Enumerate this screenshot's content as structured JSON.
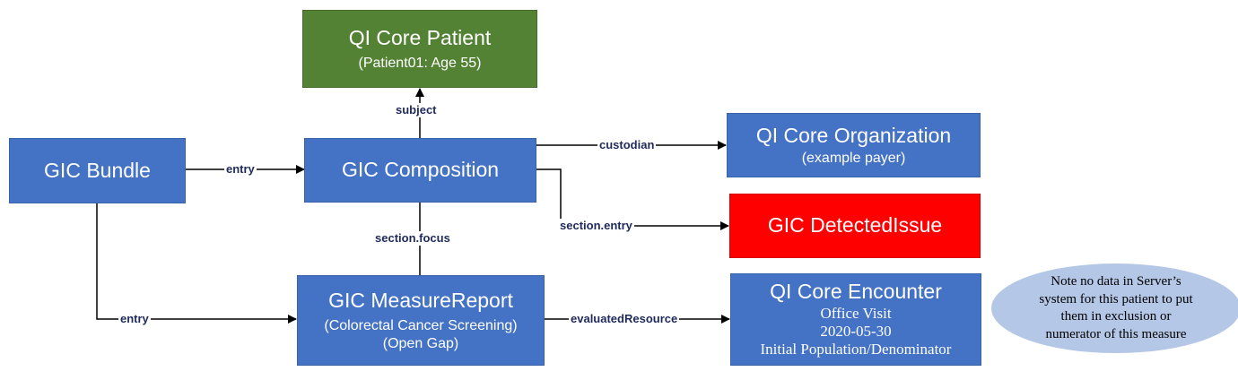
{
  "nodes": {
    "patient": {
      "title": "QI Core Patient",
      "subtitle": "(Patient01: Age 55)"
    },
    "bundle": {
      "title": "GIC Bundle"
    },
    "composition": {
      "title": "GIC Composition"
    },
    "organization": {
      "title": "QI Core Organization",
      "subtitle": "(example payer)"
    },
    "detected_issue": {
      "title": "GIC DetectedIssue"
    },
    "measure_report": {
      "title": "GIC MeasureReport",
      "line1": "(Colorectal Cancer Screening)",
      "line2": "(Open Gap)"
    },
    "encounter": {
      "title": "QI Core Encounter",
      "line1": "Office Visit",
      "line2": "2020-05-30",
      "line3": "Initial Population/Denominator"
    }
  },
  "edges": {
    "subject": "subject",
    "entry_composition": "entry",
    "custodian": "custodian",
    "section_entry": "section.entry",
    "section_focus": "section.focus",
    "entry_measure_report": "entry",
    "evaluated_resource": "evaluatedResource"
  },
  "note": {
    "line1": "Note no data in Server’s",
    "line2": "system for this patient to put",
    "line3": "them in exclusion or",
    "line4": "numerator of this measure"
  },
  "colors": {
    "blue": "#4472c4",
    "green": "#548235",
    "red": "#ff0000",
    "note": "#b4c7e7",
    "label": "#1f2a5c"
  }
}
